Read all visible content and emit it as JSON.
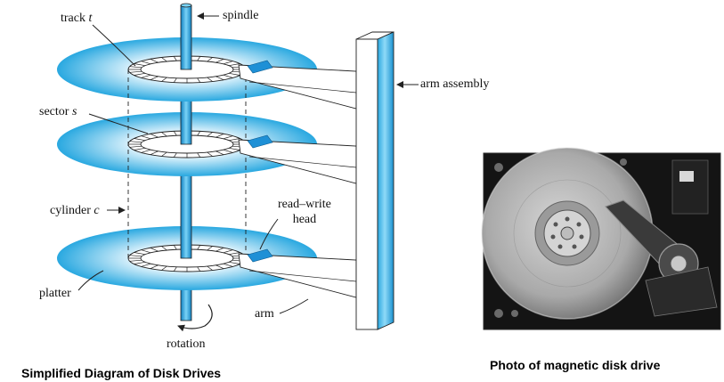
{
  "diagram": {
    "labels": {
      "track": "track",
      "track_var": "t",
      "spindle": "spindle",
      "arm_assembly": "arm assembly",
      "sector": "sector",
      "sector_var": "s",
      "cylinder": "cylinder",
      "cylinder_var": "c",
      "read_write_line1": "read–write",
      "read_write_line2": "head",
      "platter": "platter",
      "arm": "arm",
      "rotation": "rotation"
    },
    "caption": "Simplified Diagram of Disk Drives",
    "colors": {
      "platter_inner": "#ffffff",
      "platter_outer": "#29a8e0",
      "spindle": "#2aa7df",
      "head": "#1e90d6",
      "arm_fill": "#ffffff",
      "line": "#222222"
    }
  },
  "photo": {
    "caption": "Photo of magnetic disk drive",
    "colors": {
      "body": "#141414",
      "platter": "#b8b8b8",
      "hub": "#d4d4d4"
    }
  }
}
